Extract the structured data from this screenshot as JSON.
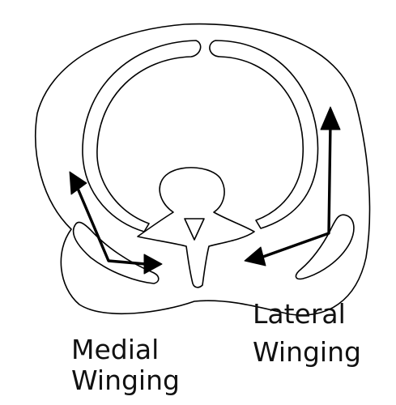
{
  "diagram": {
    "labels": {
      "medial_line1": "Medial",
      "medial_line2": "Winging",
      "lateral_line1": "Lateral",
      "lateral_line2": "Winging"
    },
    "colors": {
      "stroke": "#000000",
      "text": "#111111",
      "background": "#ffffff"
    }
  }
}
